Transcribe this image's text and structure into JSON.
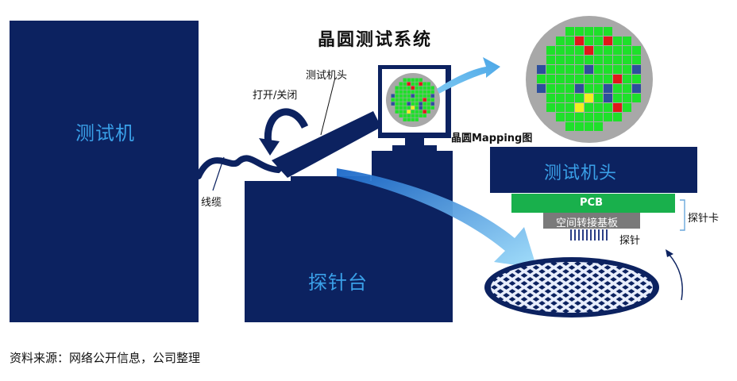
{
  "title": "晶圆测试系统",
  "tester": {
    "label": "测试机"
  },
  "prober": {
    "label": "探针台"
  },
  "labels": {
    "cable": "线缆",
    "open_close": "打开/关闭",
    "test_head_small": "测试机头",
    "wafer_mapping": "晶圆Mapping图",
    "test_head_big": "测试机头",
    "pcb": "PCB",
    "interposer": "空间转接基板",
    "probes": "探针",
    "probe_card": "探针卡"
  },
  "source": "资料来源：网络公开信息，公司整理",
  "wafer_map": {
    "legend_note": "",
    "colors": {
      "good": "#1ee02a",
      "fail_red": "#e01818",
      "fail_blue": "#2c4f9c",
      "fail_yellow": "#f2f020",
      "empty": "#b0b0b0"
    },
    "grid": [
      "...GGGGG...",
      "..GGRGGRGG.",
      ".GGGGRGGGGG",
      ".GGGGGGGGGG",
      "BGGGGBGGGGB",
      "GGGGGGGGRGG",
      "BGGGBGGBGGB",
      ".GGGGYGBGGG",
      ".GGGYGGGRG.",
      "..GGGGGGG..",
      "...GGGG...."
    ]
  },
  "colors": {
    "navy": "#0c2260",
    "accent_text": "#3aa0e8",
    "pcb": "#19b04c",
    "interposer": "#7a7a7a",
    "arrow": "#6ec3f2"
  }
}
